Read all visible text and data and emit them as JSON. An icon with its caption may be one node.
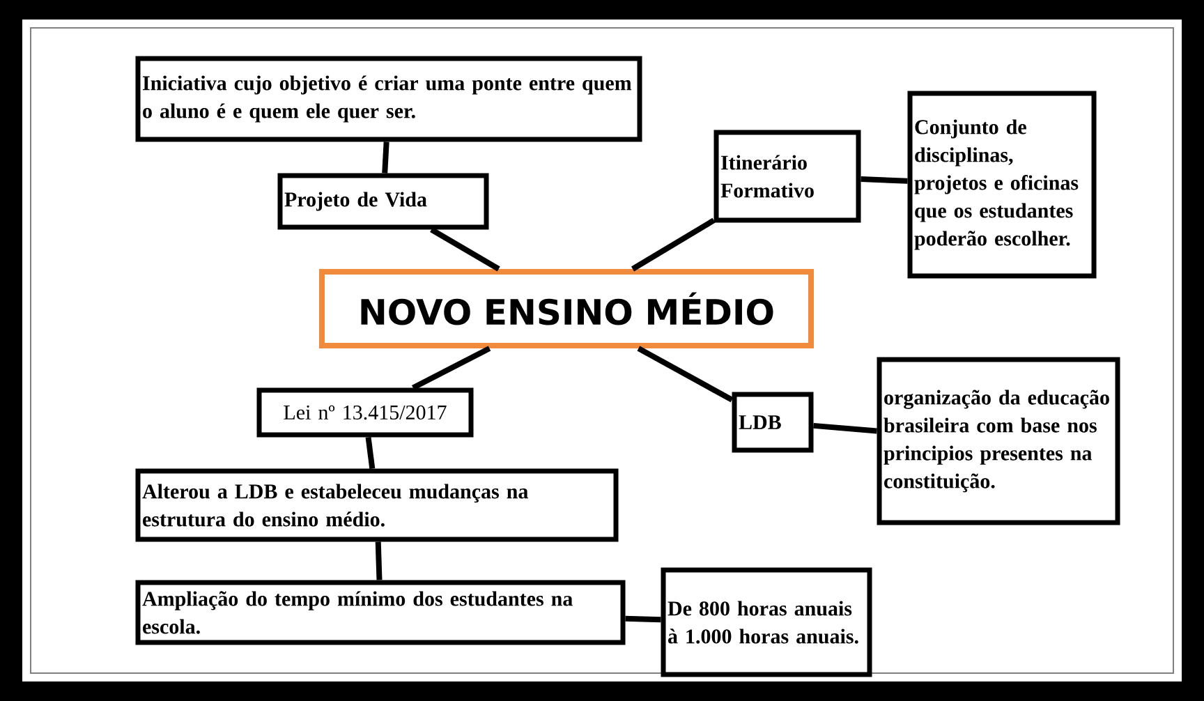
{
  "diagram": {
    "nodes": [
      {
        "text": [
          "NOVO ENSINO MÉDIO"
        ]
      },
      {
        "text": [
          "Iniciativa cujo objetivo é criar uma ponte entre quem o aluno é e quem ele quer ser."
        ]
      },
      {
        "text": [
          "Projeto de Vida"
        ]
      },
      {
        "text": [
          "Itinerário Formativo"
        ]
      },
      {
        "text": [
          "Conjunto de disciplinas, projetos e oficinas que os estudantes poderão escolher."
        ]
      },
      {
        "text": [
          "Lei nº 13.415/2017"
        ]
      },
      {
        "text": [
          "LDB"
        ]
      },
      {
        "text": [
          "organização da educação brasileira com base nos principios presentes na constituição."
        ]
      },
      {
        "text": [
          "Alterou a LDB e estabeleceu mudanças na estrutura do ensino médio."
        ]
      },
      {
        "text": [
          "Ampliação do tempo mínimo dos estudantes na escola."
        ]
      },
      {
        "text": [
          "De 800 horas anuais à 1.000 horas anuais."
        ]
      }
    ],
    "edges": [
      {
        "from": 1,
        "to": 2,
        "arrow": "none"
      },
      {
        "from": 2,
        "to": 0,
        "arrow": "none"
      },
      {
        "from": 0,
        "to": 3,
        "arrow": "none"
      },
      {
        "from": 3,
        "to": 4,
        "arrow": "none"
      },
      {
        "from": 0,
        "to": 5,
        "arrow": "none"
      },
      {
        "from": 0,
        "to": 6,
        "arrow": "none"
      },
      {
        "from": 6,
        "to": 7,
        "arrow": "none"
      },
      {
        "from": 5,
        "to": 8,
        "arrow": "none"
      },
      {
        "from": 8,
        "to": 9,
        "arrow": "none"
      },
      {
        "from": 9,
        "to": 10,
        "arrow": "none"
      }
    ]
  }
}
